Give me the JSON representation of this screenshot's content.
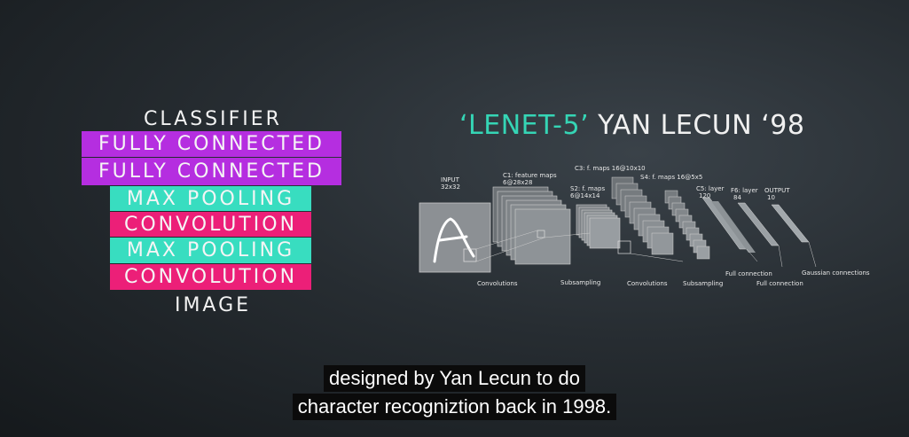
{
  "stack": {
    "top_label": "CLASSIFIER",
    "blocks": [
      {
        "label": "FULLY CONNECTED",
        "color": "#b52ee0"
      },
      {
        "label": "FULLY CONNECTED",
        "color": "#b52ee0"
      },
      {
        "label": "MAX POOLING",
        "color": "#38ddc0"
      },
      {
        "label": "CONVOLUTION",
        "color": "#ec1f78"
      },
      {
        "label": "MAX POOLING",
        "color": "#38ddc0"
      },
      {
        "label": "CONVOLUTION",
        "color": "#ec1f78"
      }
    ],
    "bottom_label": "IMAGE"
  },
  "title": {
    "accent": "‘LENET-5’",
    "rest": " YAN LECUN ‘98"
  },
  "diagram": {
    "labels": {
      "input": [
        "INPUT",
        "32x32"
      ],
      "c1": [
        "C1: feature maps",
        "6@28x28"
      ],
      "c3": "C3: f. maps 16@10x10",
      "s2": [
        "S2: f. maps",
        "6@14x14"
      ],
      "s4": "S4: f. maps 16@5x5",
      "c5": [
        "C5: layer",
        "120"
      ],
      "f6": [
        "F6: layer",
        "84"
      ],
      "output": [
        "OUTPUT",
        "10"
      ]
    },
    "bottom": [
      "Convolutions",
      "Subsampling",
      "Convolutions",
      "Subsampling",
      "Full connection",
      "Full connection",
      "Gaussian connections"
    ]
  },
  "subtitles": [
    "designed by Yan Lecun to do",
    "character recogniztion back in 1998."
  ]
}
